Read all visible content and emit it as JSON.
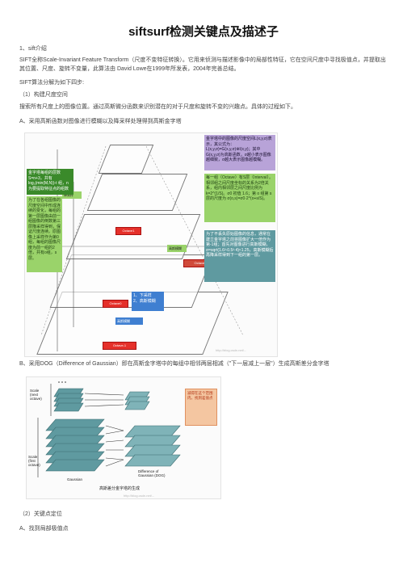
{
  "title": "siftsurf检测关键点及描述子",
  "sec1": "1、sift介绍",
  "intro": "SIFT全称Scale-Invariant Feature Transform（尺度不变特征转换）。它用来侦测与描述影像中的局部性特征，它在空间尺度中寻找极值点，并提取出其位置、尺度、旋转不变量，此算法由 David Lowe在1999年所发表，2004年完善总结。",
  "steps_intro": "SIFT算法分解为如下四步:",
  "step1": "（1）构建尺度空间",
  "step1_desc": "搜索所有尺度上的图像位置。通过高斯微分函数来识别潜在的对于尺度和旋转不变的兴趣点。具体的过程如下。",
  "itemA": "A、采用高斯函数对图像进行模糊以及降采样处理得到高斯金字塔",
  "itemB": "B、采用DOG（Difference of Gaussian）即在高斯金字塔中的每组中相邻两层相减（\"下一层减上一层\"）生成高斯差分金字塔",
  "step2": "（2）关键点定位",
  "itemA2": "A、找到局部极值点",
  "fig1": {
    "left_box": "金字塔每组的层数S=n+3，共有log₂(min(M,N))-t 组，n为要提取特征点的组数",
    "left_lower_box": "为了在各组图像的尺度空间中形成连续的变化，每组的第一层图像由前一组图像的倒数第三层降采样得到，保证尺度连续。原图像上采样作为第0组，每组的图像尺度为前一组的2倍，共有o组，s层。",
    "top_right_box": "金字塔中的图像的尺度空间L(x,y,σ)表示，其公式为：L(x,y,σ)=G(x,y,σ)⊗I(x,y)；其中G(x,y,σ)为高斯函数，σ越小表示图像越细致，σ越大表示图像越模糊。",
    "mid_right_box": "每一组（Octave）有S层（Interval）。相邻组之间尺度坐标的关系为2倍关系，组内相邻层之间尺度比例为k=2^(1/S)。σ0 初值 1.6；第 o 组第 s 层的尺度为 σ(o,s)=σ0·2^(o+s/S)。",
    "lower_right_box": "为了不丢失原始图像的信息，通常在建立金字塔之前将图像扩大一倍作为第-1组；首先对图像进行高斯模糊，σ=sqrt(1.6²-0.5²·4)≈1.25，高斯模糊后再降采样得到下一组的第一层。",
    "blue_box": "1、下采样\n2、高斯模糊",
    "octaves": [
      "Octave-1",
      "Octave0",
      "Octave1",
      "Octave2"
    ],
    "labels": [
      "降采样",
      "高斯模糊",
      "高斯模糊"
    ],
    "watermark": "http://blog.csdn.net/..."
  },
  "fig2": {
    "scale_top": "Scale\n(next\noctave)",
    "scale_first": "Scale\n(first\noctave)",
    "gaussian": "Gaussian",
    "dog": "Difference of\nGaussian (DOG)",
    "note_box": "减得在这个范围内，找到差值点",
    "caption": "高斯差分金字塔的生成",
    "watermark": "http://blog.csdn.net/..."
  },
  "colors": {
    "green": "#9ad36a",
    "green_dark": "#3a8a2a",
    "blue": "#3f7fd1",
    "red": "#e5302a",
    "purple": "#b8a3d8",
    "teal": "#5f9aa0",
    "orange_box": "#f4c6a1"
  }
}
